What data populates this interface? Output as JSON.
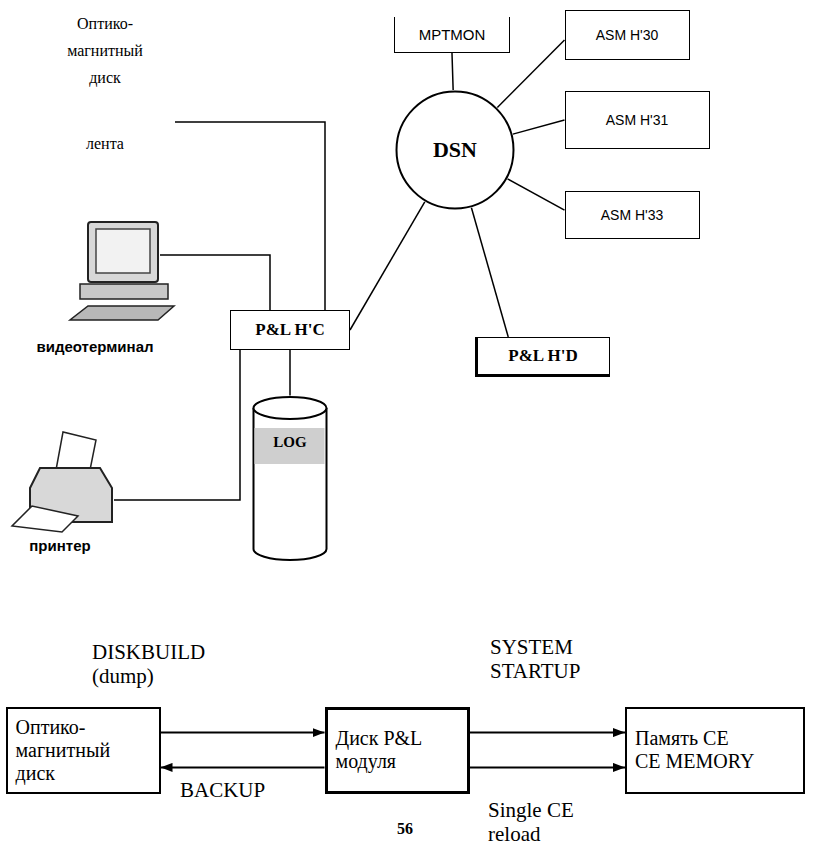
{
  "diagram": {
    "nodes": [
      {
        "text": [
          "MPTMON"
        ]
      },
      {
        "text": [
          "ASM H'30"
        ]
      },
      {
        "text": [
          "DSN"
        ]
      },
      {
        "text": [
          "ASM H'31"
        ]
      },
      {
        "text": [
          "ASM H'33"
        ]
      },
      {
        "text": [
          "P&L H'C"
        ]
      },
      {
        "text": [
          "P&L H'D"
        ]
      },
      {
        "text": [
          "LOG"
        ]
      },
      {
        "text": [
          "Оптико-магнитный диск"
        ]
      },
      {
        "text": [
          "Диск P&L модуля"
        ]
      },
      {
        "text": [
          "Память CE",
          "CE MEMORY"
        ]
      }
    ],
    "edges": [
      {
        "from": 2,
        "to": 0,
        "arrow": "none"
      },
      {
        "from": 2,
        "to": 1,
        "arrow": "none"
      },
      {
        "from": 2,
        "to": 3,
        "arrow": "none"
      },
      {
        "from": 2,
        "to": 4,
        "arrow": "none"
      },
      {
        "from": 2,
        "to": 5,
        "arrow": "none"
      },
      {
        "from": 2,
        "to": 6,
        "arrow": "none"
      },
      {
        "from": 5,
        "to": 7,
        "arrow": "none"
      },
      {
        "from": 8,
        "to": 9,
        "label": "DISKBUILD (dump)",
        "arrow": "to"
      },
      {
        "from": 9,
        "to": 8,
        "label": "BACKUP",
        "arrow": "to"
      },
      {
        "from": 9,
        "to": 10,
        "label": "SYSTEM STARTUP",
        "arrow": "to"
      },
      {
        "from": 9,
        "to": 10,
        "label": "Single CE reload",
        "arrow": "to"
      }
    ],
    "labels": [
      "Оптико-магнитный диск",
      "лента",
      "видеотерминал",
      "принтер",
      "56"
    ]
  }
}
